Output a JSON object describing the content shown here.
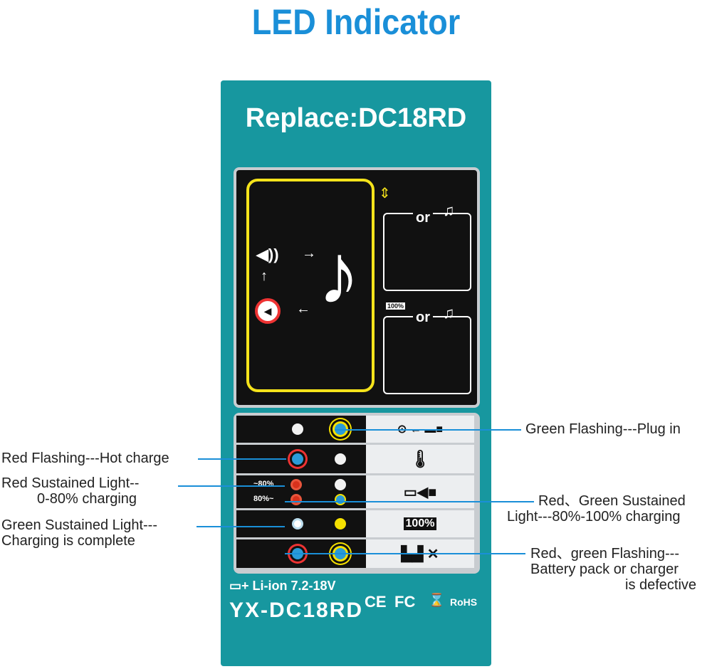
{
  "title": "LED Indicator",
  "panel": {
    "replace_title": "Replace:DC18RD",
    "or_1": "or",
    "or_2": "or",
    "battery_full_badge": "100%",
    "rows": {
      "low_pct": "~80%",
      "high_pct": "80%~",
      "full_label": "100%"
    },
    "footer": {
      "spec": "Li-ion 7.2-18V",
      "model": "YX-DC18RD",
      "ce": "CE",
      "fc": "FC",
      "rohs": "RoHS"
    }
  },
  "callouts": {
    "plug_in": "Green Flashing---Plug in",
    "hot_charge": "Red Flashing---Hot charge",
    "red_sustained_1": "Red Sustained Light--",
    "red_sustained_2": "0-80% charging",
    "red_green_1": "Red、Green Sustained",
    "red_green_2": "Light---80%-100% charging",
    "green_complete_1": "Green Sustained Light---",
    "green_complete_2": "Charging is complete",
    "defective_1": "Red、green Flashing---",
    "defective_2": "Battery pack or charger",
    "defective_3": "is defective"
  }
}
